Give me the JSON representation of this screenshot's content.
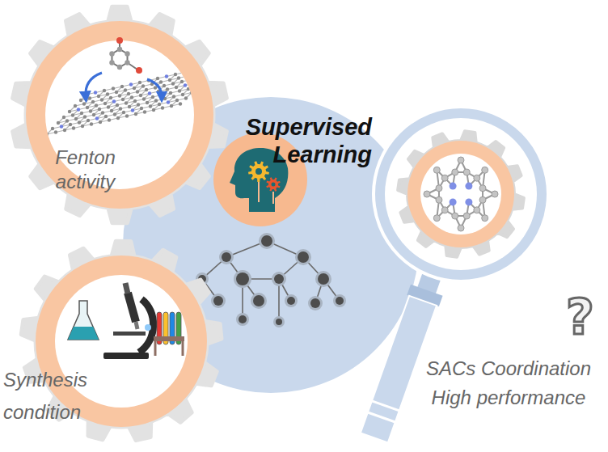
{
  "diagram": {
    "nodes": [
      {
        "text": [
          "Supervised Learning"
        ]
      },
      {
        "text": [
          "Fenton activity"
        ]
      },
      {
        "text": [
          "Synthesis condition"
        ]
      },
      {
        "text": [
          "SACs Coordination High performance"
        ]
      }
    ],
    "labels": [
      "?"
    ]
  }
}
